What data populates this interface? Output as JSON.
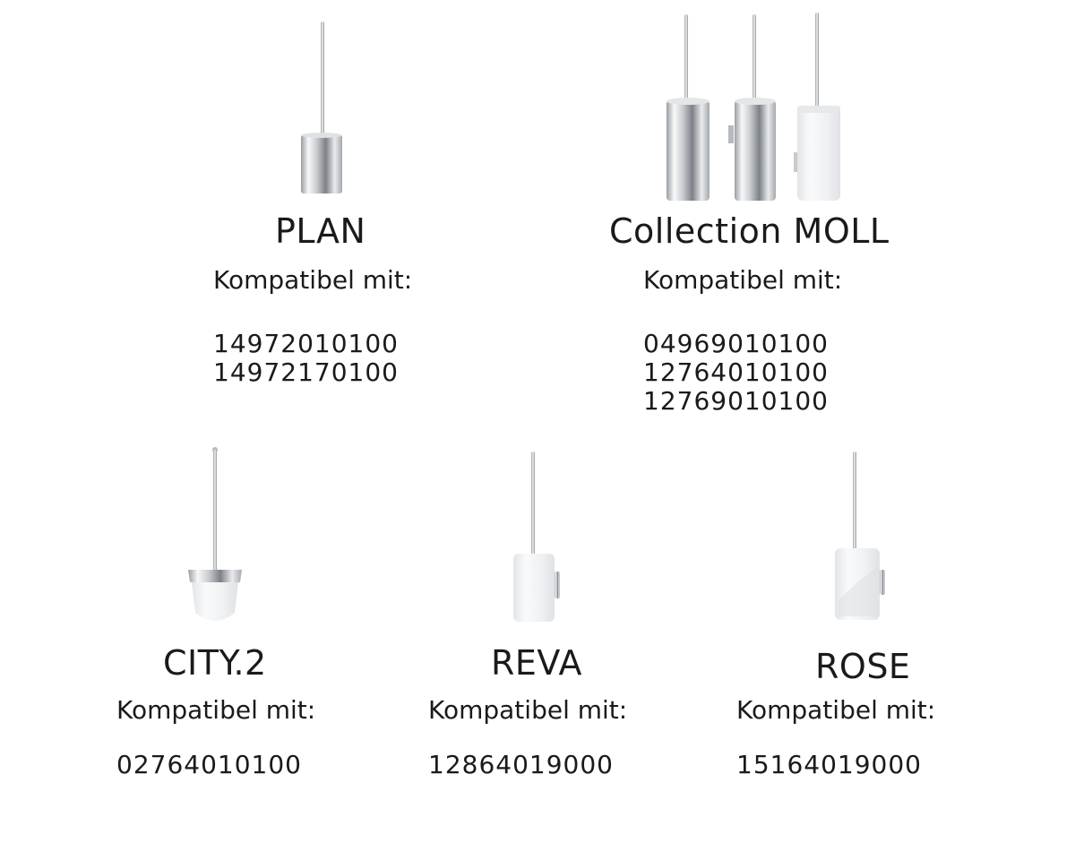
{
  "colors": {
    "text": "#1a1a1a",
    "chrome_dark": "#8a8e94",
    "chrome_light": "#f4f5f6",
    "frosted": "#f1f3f4"
  },
  "products": [
    {
      "id": "plan",
      "icon": "chrome-toilet-brush-holder-icon",
      "name": "PLAN",
      "compat_label": "Kompatibel mit:",
      "codes": [
        "14972010100",
        "14972170100"
      ]
    },
    {
      "id": "moll",
      "icon": "toilet-brush-set-icon",
      "name": "Collection MOLL",
      "compat_label": "Kompatibel mit:",
      "codes": [
        "04969010100",
        "12764010100",
        "12769010100"
      ]
    },
    {
      "id": "city2",
      "icon": "wall-mounted-toilet-brush-icon",
      "name": "CITY.2",
      "compat_label": "Kompatibel mit:",
      "codes": [
        "02764010100"
      ]
    },
    {
      "id": "reva",
      "icon": "frosted-toilet-brush-holder-icon",
      "name": "REVA",
      "compat_label": "Kompatibel mit:",
      "codes": [
        "12864019000"
      ]
    },
    {
      "id": "rose",
      "icon": "frosted-toilet-brush-holder-icon",
      "name": "ROSE",
      "compat_label": "Kompatibel mit:",
      "codes": [
        "15164019000"
      ]
    }
  ]
}
